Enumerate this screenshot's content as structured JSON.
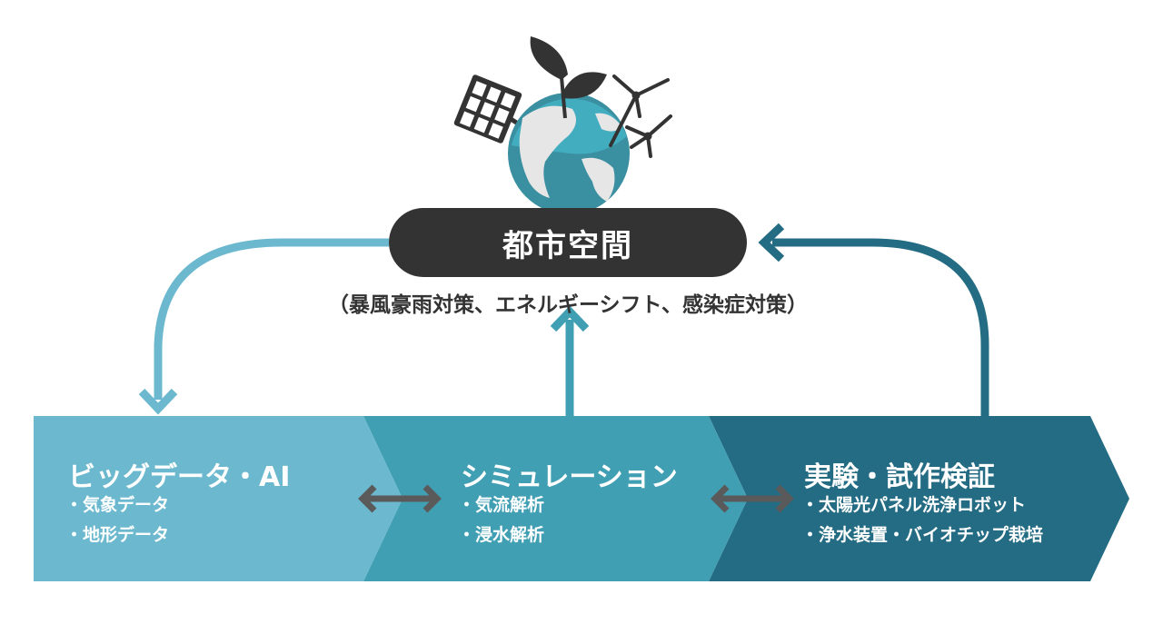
{
  "center": {
    "title": "都市空間",
    "subtitle": "（暴風豪雨対策、エネルギーシフト、感染症対策）"
  },
  "stages": [
    {
      "title": "ビッグデータ・AI",
      "items": [
        "・気象データ",
        "・地形データ"
      ],
      "color": "#6cb9cf"
    },
    {
      "title": "シミュレーション",
      "items": [
        "・気流解析",
        "・浸水解析"
      ],
      "color": "#419fb4"
    },
    {
      "title": "実験・試作検証",
      "items": [
        "・太陽光パネル洗浄ロボット",
        "・浄水装置・バイオチップ栽培"
      ],
      "color": "#246c83"
    }
  ],
  "colors": {
    "dark": "#333333",
    "light_blue": "#6cb9cf",
    "mid_blue": "#419fb4",
    "dark_blue": "#246c83",
    "double_arrow": "#5a5a5a"
  },
  "icons": [
    "solar-panel-icon",
    "globe-icon",
    "leaf-icon",
    "wind-turbine-icon"
  ]
}
